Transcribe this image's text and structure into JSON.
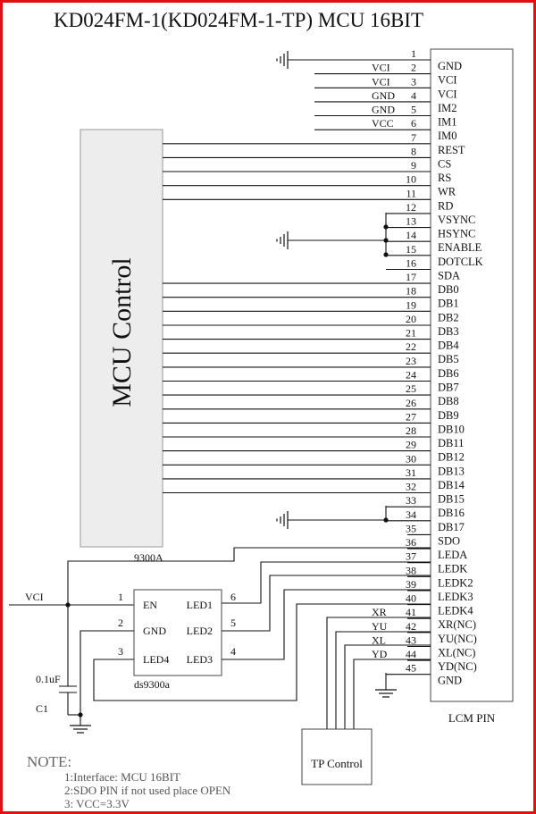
{
  "title": "KD024FM-1(KD024FM-1-TP)  MCU 16BIT",
  "mcu_block_label": "MCU Control",
  "connector_label": "LCM PIN",
  "tp_block_label": "TP Control",
  "vci_net_label": "VCI",
  "capacitor": {
    "value": "0.1uF",
    "ref": "C1"
  },
  "driver_ic": {
    "part": "9300A",
    "subtitle": "ds9300a",
    "pins": [
      {
        "num": "1",
        "name": "EN"
      },
      {
        "num": "2",
        "name": "GND"
      },
      {
        "num": "3",
        "name": "LED4"
      },
      {
        "num": "6",
        "name": "LED1"
      },
      {
        "num": "5",
        "name": "LED2"
      },
      {
        "num": "4",
        "name": "LED3"
      }
    ]
  },
  "connector_pins": [
    {
      "num": "1",
      "name": "GND",
      "net": ""
    },
    {
      "num": "2",
      "name": "VCI",
      "net": "VCI"
    },
    {
      "num": "3",
      "name": "VCI",
      "net": "VCI"
    },
    {
      "num": "4",
      "name": "IM2",
      "net": "GND"
    },
    {
      "num": "5",
      "name": "IM1",
      "net": "GND"
    },
    {
      "num": "6",
      "name": "IM0",
      "net": "VCC"
    },
    {
      "num": "7",
      "name": "REST",
      "net": ""
    },
    {
      "num": "8",
      "name": "CS",
      "net": ""
    },
    {
      "num": "9",
      "name": "RS",
      "net": ""
    },
    {
      "num": "10",
      "name": "WR",
      "net": ""
    },
    {
      "num": "11",
      "name": "RD",
      "net": ""
    },
    {
      "num": "12",
      "name": "VSYNC",
      "net": ""
    },
    {
      "num": "13",
      "name": "HSYNC",
      "net": ""
    },
    {
      "num": "14",
      "name": "ENABLE",
      "net": ""
    },
    {
      "num": "15",
      "name": "DOTCLK",
      "net": ""
    },
    {
      "num": "16",
      "name": "SDA",
      "net": ""
    },
    {
      "num": "17",
      "name": "DB0",
      "net": ""
    },
    {
      "num": "18",
      "name": "DB1",
      "net": ""
    },
    {
      "num": "19",
      "name": "DB2",
      "net": ""
    },
    {
      "num": "20",
      "name": "DB3",
      "net": ""
    },
    {
      "num": "21",
      "name": "DB4",
      "net": ""
    },
    {
      "num": "22",
      "name": "DB5",
      "net": ""
    },
    {
      "num": "23",
      "name": "DB6",
      "net": ""
    },
    {
      "num": "24",
      "name": "DB7",
      "net": ""
    },
    {
      "num": "25",
      "name": "DB8",
      "net": ""
    },
    {
      "num": "26",
      "name": "DB9",
      "net": ""
    },
    {
      "num": "27",
      "name": "DB10",
      "net": ""
    },
    {
      "num": "28",
      "name": "DB11",
      "net": ""
    },
    {
      "num": "29",
      "name": "DB12",
      "net": ""
    },
    {
      "num": "30",
      "name": "DB13",
      "net": ""
    },
    {
      "num": "31",
      "name": "DB14",
      "net": ""
    },
    {
      "num": "32",
      "name": "DB15",
      "net": ""
    },
    {
      "num": "33",
      "name": "DB16",
      "net": ""
    },
    {
      "num": "34",
      "name": "DB17",
      "net": ""
    },
    {
      "num": "35",
      "name": "SDO",
      "net": ""
    },
    {
      "num": "36",
      "name": "LEDA",
      "net": ""
    },
    {
      "num": "37",
      "name": "LEDK",
      "net": ""
    },
    {
      "num": "38",
      "name": "LEDK2",
      "net": ""
    },
    {
      "num": "39",
      "name": "LEDK3",
      "net": ""
    },
    {
      "num": "40",
      "name": "LEDK4",
      "net": ""
    },
    {
      "num": "41",
      "name": "XR(NC)",
      "net": "XR"
    },
    {
      "num": "42",
      "name": "YU(NC)",
      "net": "YU"
    },
    {
      "num": "43",
      "name": "XL(NC)",
      "net": "XL"
    },
    {
      "num": "44",
      "name": "YD(NC)",
      "net": "YD"
    },
    {
      "num": "45",
      "name": "GND",
      "net": ""
    }
  ],
  "notes": {
    "heading": "NOTE:",
    "lines": [
      "1:Interface: MCU 16BIT",
      "2:SDO PIN if not used place OPEN",
      "3: VCC=3.3V"
    ]
  },
  "colors": {
    "border": "#e01010",
    "mcu_fill": "#ededed",
    "wire": "#111111"
  }
}
